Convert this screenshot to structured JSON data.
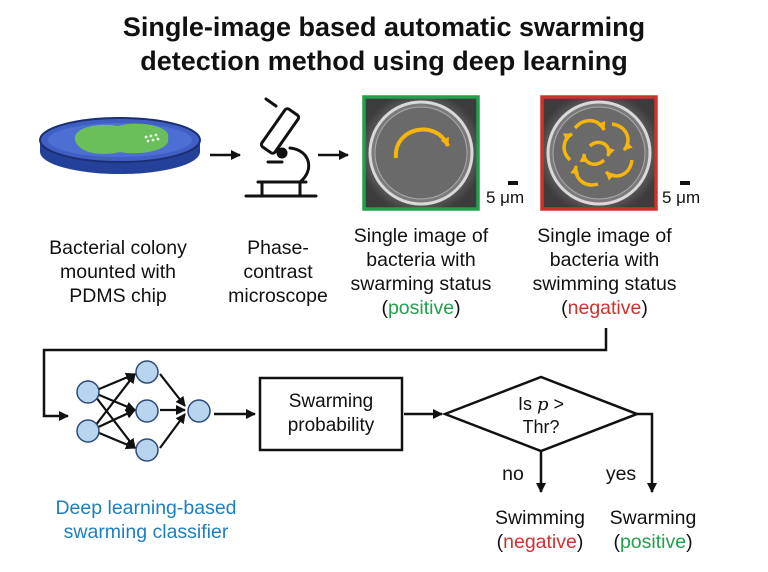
{
  "title": {
    "line1": "Single-image based automatic swarming",
    "line2": "detection method using deep learning"
  },
  "colors": {
    "positive": "#22a04b",
    "negative": "#d0312d",
    "classifier": "#1e7fbf",
    "arrow_overlay": "#f5b50a",
    "node_fill": "#b9d4ee",
    "dish_fill": "#2e4ba8",
    "colony_fill": "#6bbf5a"
  },
  "steps": {
    "colony": {
      "line1": "Bacterial colony",
      "line2": "mounted with",
      "line3": "PDMS chip"
    },
    "microscope": {
      "line1": "Phase-",
      "line2": "contrast",
      "line3": "microscope"
    },
    "positive_image": {
      "line1": "Single image of",
      "line2": "bacteria with",
      "line3": "swarming status",
      "open": "(",
      "status": "positive",
      "close": ")",
      "scale": "5 μm"
    },
    "negative_image": {
      "line1": "Single image of",
      "line2": "bacteria with",
      "line3": "swimming status",
      "open": "(",
      "status": "negative",
      "close": ")",
      "scale": "5 μm"
    }
  },
  "classifier": {
    "line1": "Deep learning-based",
    "line2": "swarming classifier"
  },
  "probability_box": {
    "line1": "Swarming",
    "line2": "probability"
  },
  "decision": {
    "prefix": "Is ",
    "variable": "p",
    "suffix": " >",
    "line2": "Thr?"
  },
  "branches": {
    "no": "no",
    "yes": "yes"
  },
  "outcomes": {
    "swimming": {
      "label": "Swimming",
      "open": "(",
      "status": "negative",
      "close": ")"
    },
    "swarming": {
      "label": "Swarming",
      "open": "(",
      "status": "positive",
      "close": ")"
    }
  }
}
